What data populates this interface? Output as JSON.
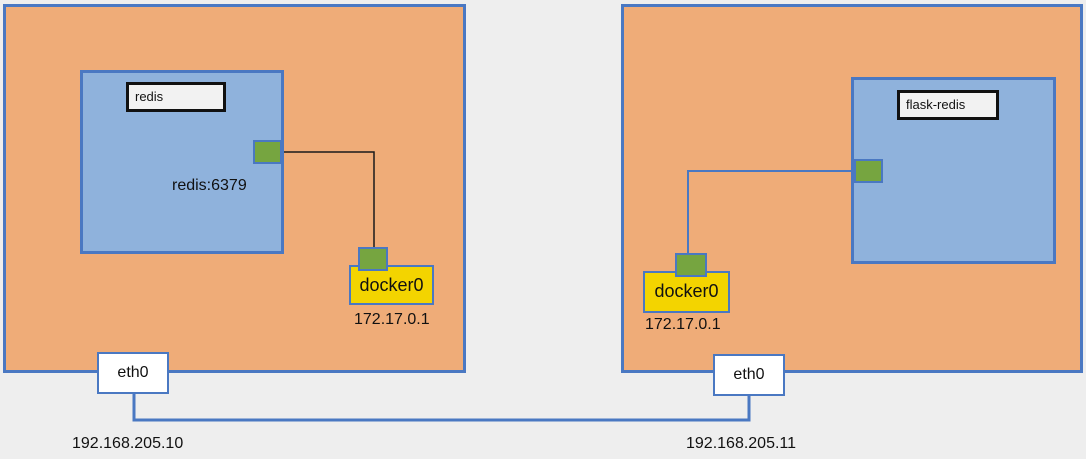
{
  "colors": {
    "host_fill": "#efac78",
    "container_fill": "#8fb2dc",
    "border_blue": "#4a78c2",
    "port_green": "#76a540",
    "bridge_yellow": "#f3d400"
  },
  "left_host": {
    "container_name": "redis",
    "port_label": "redis:6379",
    "bridge_label": "docker0",
    "bridge_ip": "172.17.0.1",
    "nic_label": "eth0",
    "nic_ip": "192.168.205.10"
  },
  "right_host": {
    "container_name": "flask-redis",
    "bridge_label": "docker0",
    "bridge_ip": "172.17.0.1",
    "nic_label": "eth0",
    "nic_ip": "192.168.205.11"
  }
}
